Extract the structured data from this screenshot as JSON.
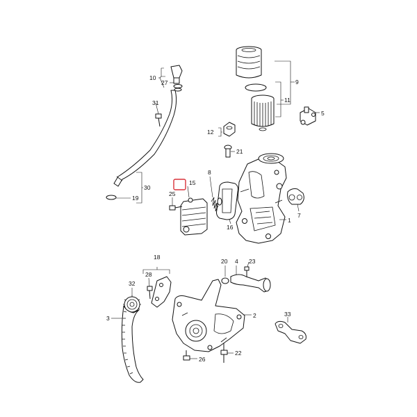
{
  "labels": {
    "l1": "1",
    "l2": "2",
    "l3": "3",
    "l4": "4",
    "l5": "5",
    "l7": "7",
    "l8": "8",
    "l9": "9",
    "l10": "10",
    "l11": "11",
    "l12": "12",
    "l15": "15",
    "l16": "16",
    "l18": "18",
    "l19": "19",
    "l20": "20",
    "l21": "21",
    "l22": "22",
    "l23": "23",
    "l25": "25",
    "l26": "26",
    "l27": "27",
    "l28": "28",
    "l30": "30",
    "l31": "31",
    "l32": "32",
    "l33": "33"
  },
  "highlight_color": "#d8323a"
}
